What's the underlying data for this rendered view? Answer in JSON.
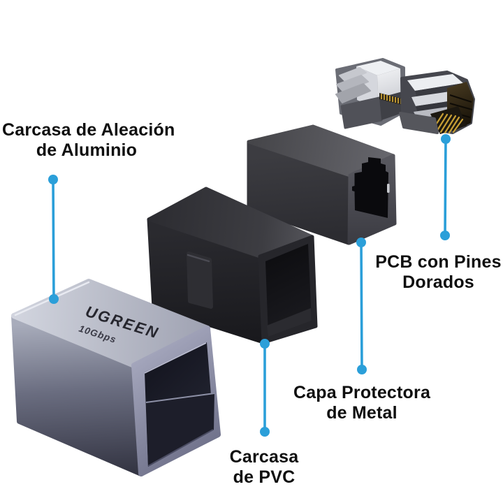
{
  "product": {
    "brand": "UGREEN",
    "speed_label": "10Gbps"
  },
  "callouts": [
    {
      "id": "aluminum-housing",
      "line1": "Carcasa de Aleación",
      "line2": "de Aluminio"
    },
    {
      "id": "pcb-gold-pins",
      "line1": "PCB con Pines",
      "line2": "Dorados"
    },
    {
      "id": "metal-shield",
      "line1": "Capa Protectora",
      "line2": "de Metal"
    },
    {
      "id": "pvc-housing",
      "line1": "Carcasa",
      "line2": "de PVC"
    }
  ],
  "colors": {
    "accent_blue": "#2B9FD9",
    "label_text": "#0E0E0E",
    "background": "#FFFFFF"
  }
}
